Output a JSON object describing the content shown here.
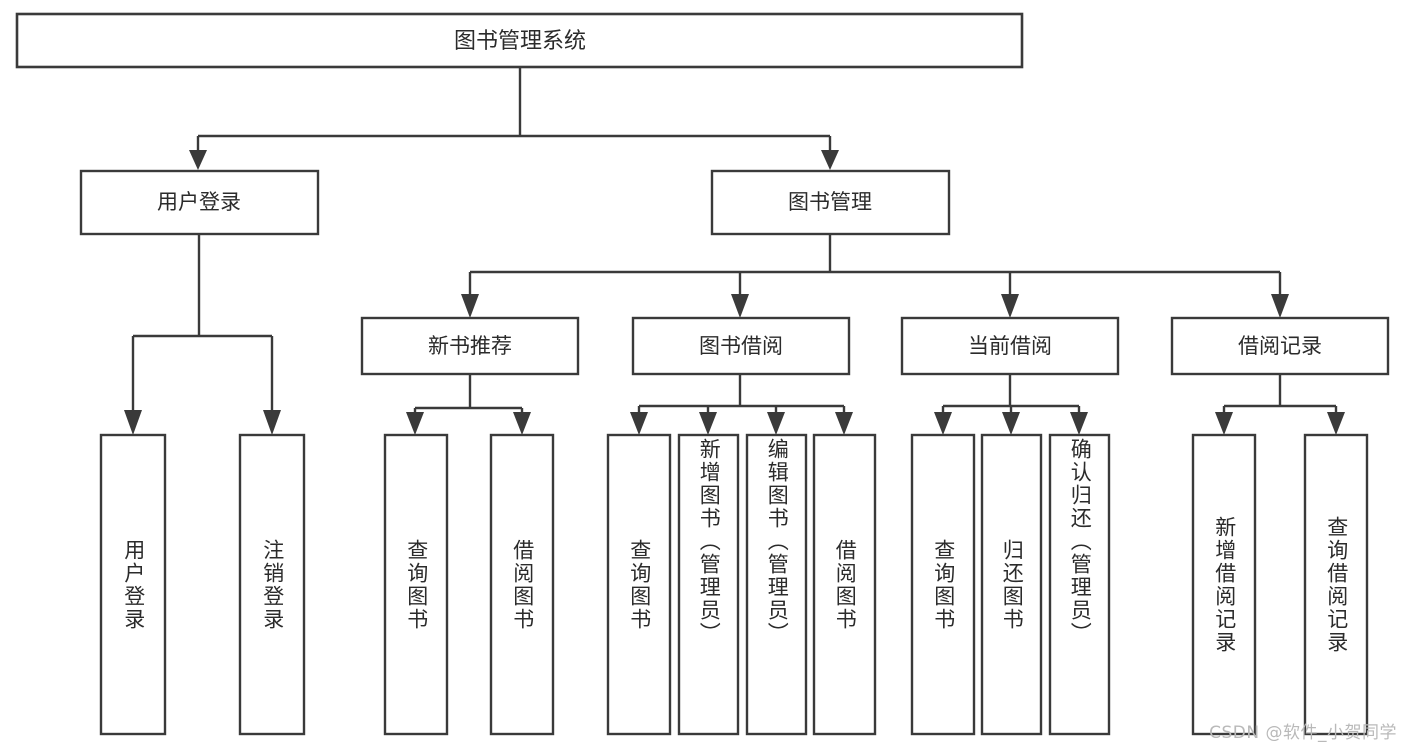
{
  "diagram": {
    "title": "图书管理系统",
    "type": "tree-hierarchy-diagram",
    "watermark": "CSDN @软件_小贺同学",
    "colors": {
      "background": "#ffffff",
      "stroke": "#3a3a3a",
      "box_fill": "#ffffff",
      "text": "#2b2b2b",
      "watermark": "#b9b9b9"
    },
    "root": {
      "label": "图书管理系统"
    },
    "level2": [
      {
        "id": "user-login",
        "label": "用户登录"
      },
      {
        "id": "book-management",
        "label": "图书管理"
      }
    ],
    "level3": [
      {
        "id": "new-book-recommend",
        "label": "新书推荐",
        "parent": "book-management"
      },
      {
        "id": "book-borrow",
        "label": "图书借阅",
        "parent": "book-management"
      },
      {
        "id": "current-borrow",
        "label": "当前借阅",
        "parent": "book-management"
      },
      {
        "id": "borrow-record",
        "label": "借阅记录",
        "parent": "book-management"
      }
    ],
    "leaves": [
      {
        "id": "leaf-user-login",
        "label": "用户登录",
        "parent": "user-login"
      },
      {
        "id": "leaf-user-logout",
        "label": "注销登录",
        "parent": "user-login"
      },
      {
        "id": "leaf-query-book-1",
        "label": "查询图书",
        "parent": "new-book-recommend"
      },
      {
        "id": "leaf-borrow-book-1",
        "label": "借阅图书",
        "parent": "new-book-recommend"
      },
      {
        "id": "leaf-query-book-2",
        "label": "查询图书",
        "parent": "book-borrow"
      },
      {
        "id": "leaf-add-book",
        "label": "新增图书（管理员）",
        "parent": "book-borrow"
      },
      {
        "id": "leaf-edit-book",
        "label": "编辑图书（管理员）",
        "parent": "book-borrow"
      },
      {
        "id": "leaf-borrow-book-2",
        "label": "借阅图书",
        "parent": "book-borrow"
      },
      {
        "id": "leaf-query-book-3",
        "label": "查询图书",
        "parent": "current-borrow"
      },
      {
        "id": "leaf-return-book",
        "label": "归还图书",
        "parent": "current-borrow"
      },
      {
        "id": "leaf-confirm-return",
        "label": "确认归还（管理员）",
        "parent": "current-borrow"
      },
      {
        "id": "leaf-add-record",
        "label": "新增借阅记录",
        "parent": "borrow-record"
      },
      {
        "id": "leaf-query-record",
        "label": "查询借阅记录",
        "parent": "borrow-record"
      }
    ]
  }
}
